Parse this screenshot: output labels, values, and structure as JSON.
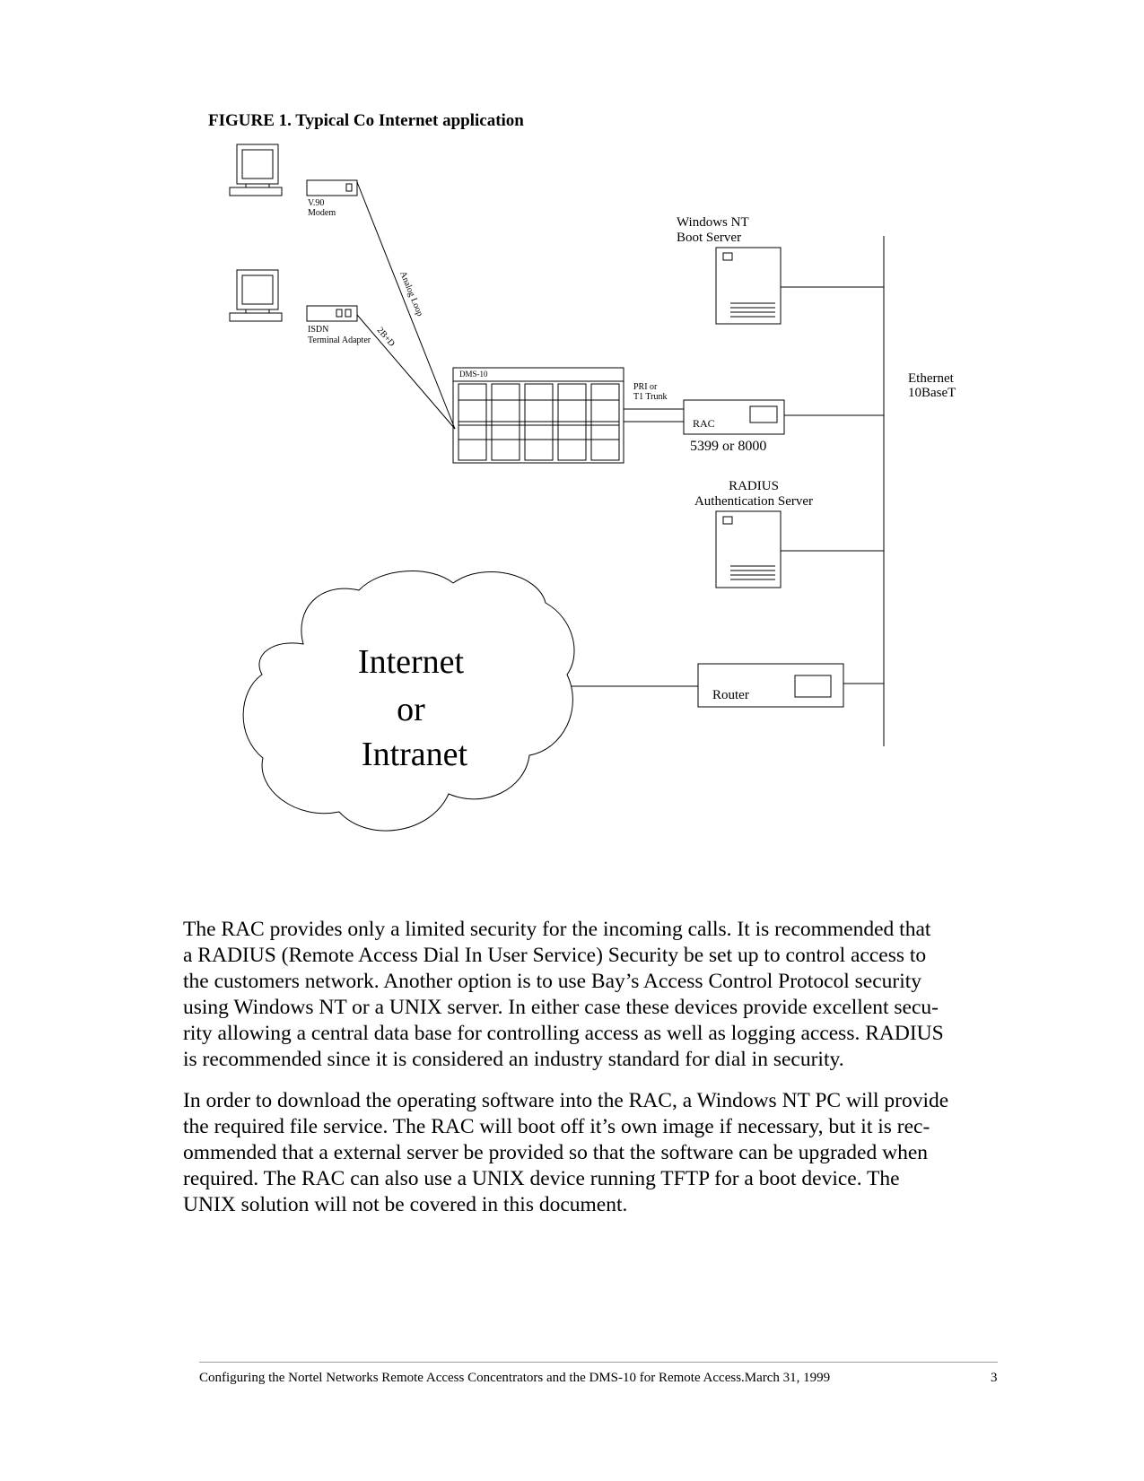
{
  "figure": {
    "caption": "FIGURE 1. Typical Co Internet application",
    "labels": {
      "modem_line1": "V.90",
      "modem_line2": "Modem",
      "isdn_line1": "ISDN",
      "isdn_line2": "Terminal Adapter",
      "analog_loop": "Analog Loop",
      "two_b_d": "2B+D",
      "dms": "DMS-10",
      "trunk_line1": "PRI or",
      "trunk_line2": "T1 Trunk",
      "rac": "RAC",
      "rac_model": "5399 or 8000",
      "boot_line1": "Windows NT",
      "boot_line2": "Boot Server",
      "radius_line1": "RADIUS",
      "radius_line2": "Authentication Server",
      "ethernet_line1": "Ethernet",
      "ethernet_line2": "10BaseT",
      "router": "Router",
      "cloud_line1": "Internet",
      "cloud_line2": "or",
      "cloud_line3": "Intranet"
    }
  },
  "body": {
    "paragraph1": [
      "The RAC provides only a  limited security for the incoming calls. It is recommended that",
      "a RADIUS (Remote Access Dial In User Service) Security be set up to control access to",
      "the customers network. Another option is to use Bay’s Access Control Protocol security",
      "using Windows NT or a UNIX server. In either case these devices provide excellent secu-",
      "rity allowing a central data base for controlling access as well as logging access. RADIUS",
      "is recommended since it is considered an industry standard for dial in security."
    ],
    "paragraph2": [
      "In order to download the operating software into the RAC, a Windows NT PC will provide",
      "the required file service. The RAC will boot off it’s own image if necessary, but it is rec-",
      "ommended that a external server be provided so that the software can be upgraded when",
      "required. The RAC can also use a UNIX device running TFTP for a boot device. The",
      "UNIX solution will not be covered in this document."
    ]
  },
  "footer": {
    "text": "Configuring the Nortel Networks Remote Access Concentrators and the DMS-10 for Remote Access.March 31, 1999",
    "page_number": "3"
  }
}
